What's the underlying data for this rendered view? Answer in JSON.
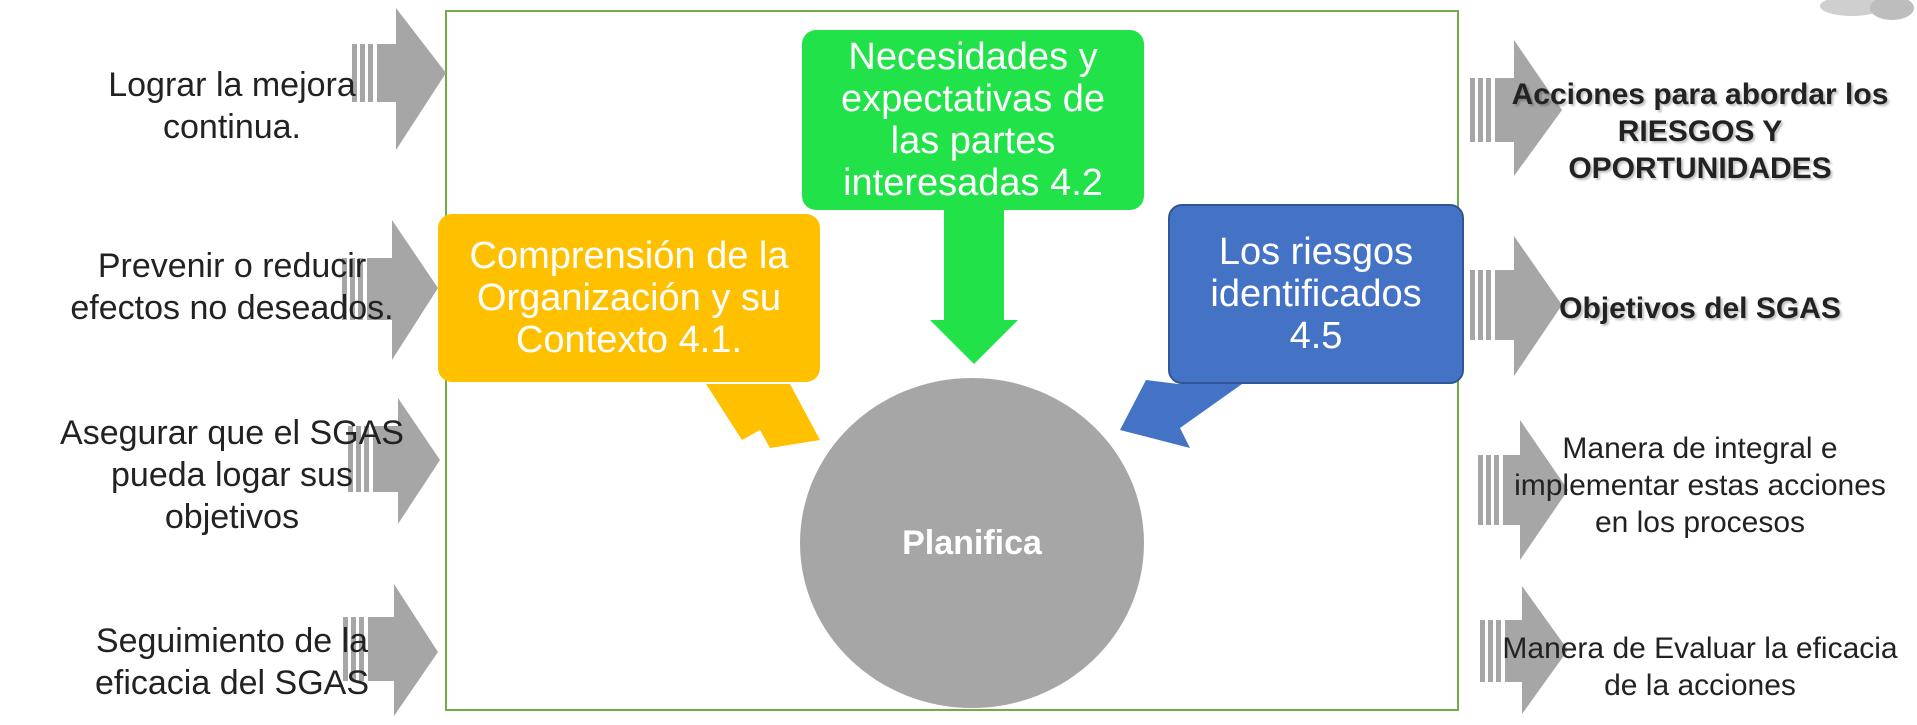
{
  "left_items": [
    {
      "text": "Lograr la mejora continua."
    },
    {
      "text": "Prevenir o reducir efectos no deseados."
    },
    {
      "text": "Asegurar que el SGAS pueda logar sus objetivos"
    },
    {
      "text": "Seguimiento de la eficacia del SGAS"
    }
  ],
  "center": {
    "needs_box": "Necesidades y expectativas de las partes interesadas 4.2",
    "context_box": "Comprensión de la Organización y su Contexto 4.1.",
    "risks_box": "Los riesgos identificados 4.5",
    "core": "Planifica"
  },
  "right_items": [
    {
      "text": "Acciones para abordar los RIESGOS Y OPORTUNIDADES",
      "bold": true
    },
    {
      "text": "Objetivos del SGAS",
      "bold": true
    },
    {
      "text": "Manera de integral e implementar estas acciones en los procesos",
      "bold": false
    },
    {
      "text": "Manera de Evaluar la eficacia de la acciones",
      "bold": false
    }
  ],
  "colors": {
    "frame": "#70ad47",
    "needs": "#22e24a",
    "context": "#ffc000",
    "risks": "#4472c4",
    "core": "#a6a6a6",
    "arrow": "#a6a6a6"
  },
  "icons": {
    "side_arrows": "striped-right-arrow"
  }
}
